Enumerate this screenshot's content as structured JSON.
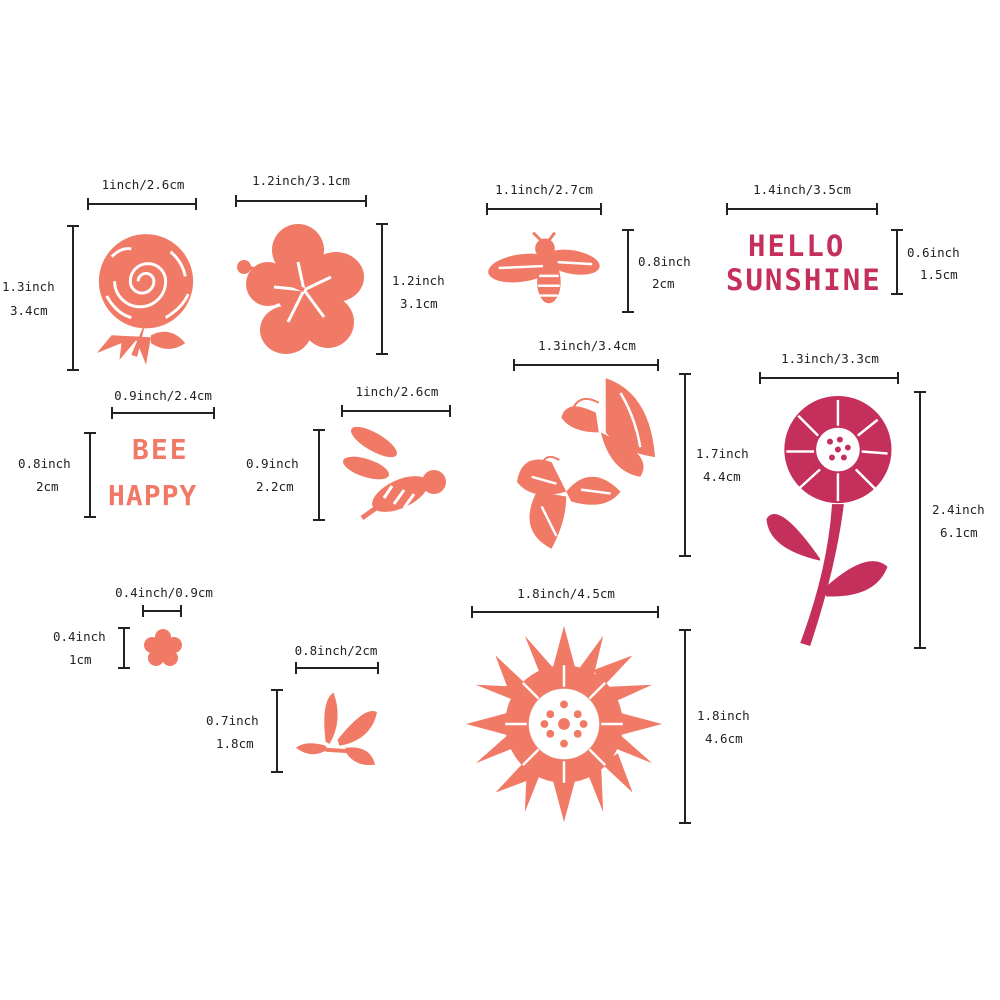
{
  "colors": {
    "coral": "#f07a66",
    "magenta": "#c42f5c",
    "ink": "#222222"
  },
  "stencils": {
    "rose": {
      "width": "1inch/2.6cm",
      "height_in": "1.3inch",
      "height_cm": "3.4cm"
    },
    "hibiscus": {
      "width": "1.2inch/3.1cm",
      "height_in": "1.2inch",
      "height_cm": "3.1cm"
    },
    "bee_small": {
      "width": "1.1inch/2.7cm",
      "height_in": "0.8inch",
      "height_cm": "2cm"
    },
    "hello_sunshine": {
      "width": "1.4inch/3.5cm",
      "height_in": "0.6inch",
      "height_cm": "1.5cm",
      "line1": "HELLO",
      "line2": "SUNSHINE"
    },
    "bee_happy": {
      "width": "0.9inch/2.4cm",
      "height_in": "0.8inch",
      "height_cm": "2cm",
      "line1": "BEE",
      "line2": "HAPPY"
    },
    "bee_large": {
      "width": "1inch/2.6cm",
      "height_in": "0.9inch",
      "height_cm": "2.2cm"
    },
    "butterflies": {
      "width": "1.3inch/3.4cm",
      "height_in": "1.7inch",
      "height_cm": "4.4cm"
    },
    "sunflower_stem": {
      "width": "1.3inch/3.3cm",
      "height_in": "2.4inch",
      "height_cm": "6.1cm"
    },
    "tiny_flower": {
      "width": "0.4inch/0.9cm",
      "height_in": "0.4inch",
      "height_cm": "1cm"
    },
    "leaves": {
      "width": "0.8inch/2cm",
      "height_in": "0.7inch",
      "height_cm": "1.8cm"
    },
    "sunflower_large": {
      "width": "1.8inch/4.5cm",
      "height_in": "1.8inch",
      "height_cm": "4.6cm"
    }
  }
}
